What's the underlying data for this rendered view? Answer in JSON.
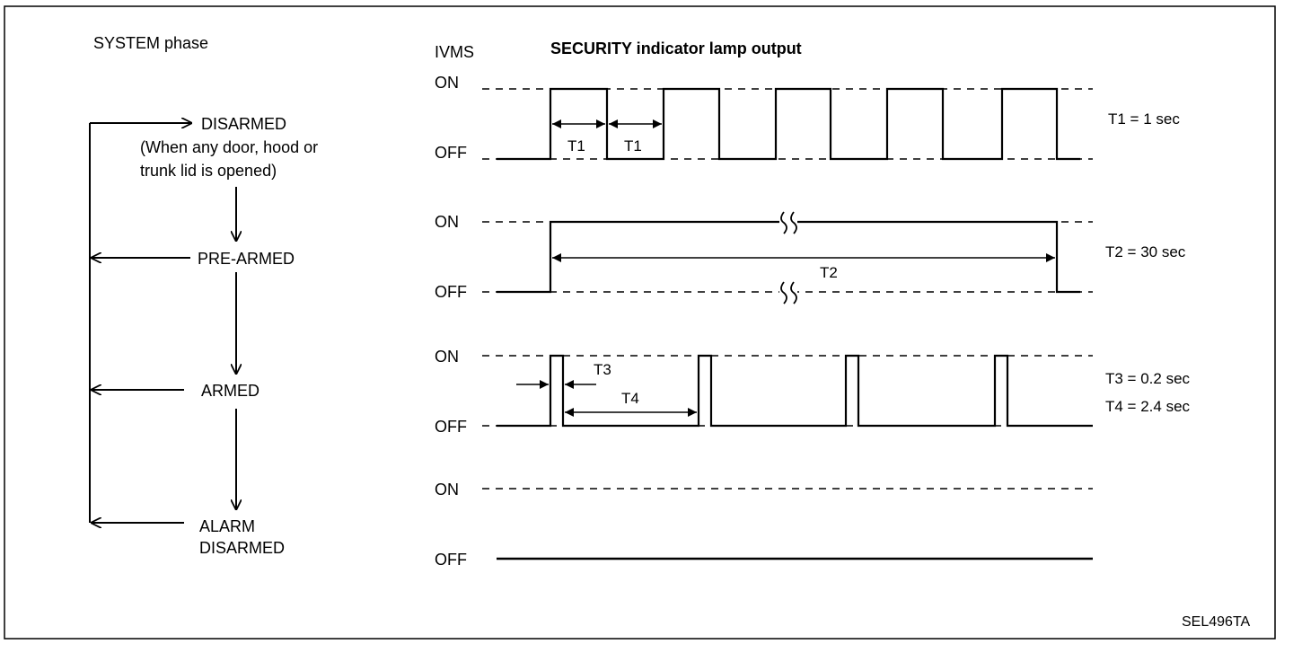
{
  "header": {
    "system_phase": "SYSTEM phase",
    "ivms": "IVMS",
    "lamp_output": "SECURITY indicator lamp output"
  },
  "phases": {
    "disarmed": "DISARMED",
    "disarmed_note_1": "(When any door, hood or",
    "disarmed_note_2": "trunk lid is opened)",
    "pre_armed": "PRE-ARMED",
    "armed": "ARMED",
    "alarm_1": "ALARM",
    "alarm_2": "DISARMED"
  },
  "levels": {
    "on": "ON",
    "off": "OFF"
  },
  "timing": {
    "t1_label": "T1",
    "t2_label": "T2",
    "t3_label": "T3",
    "t4_label": "T4",
    "t1_value": "T1 = 1 sec",
    "t2_value": "T2 = 30 sec",
    "t3_value": "T3 = 0.2 sec",
    "t4_value": "T4 = 2.4 sec"
  },
  "footer": {
    "code": "SEL496TA"
  }
}
